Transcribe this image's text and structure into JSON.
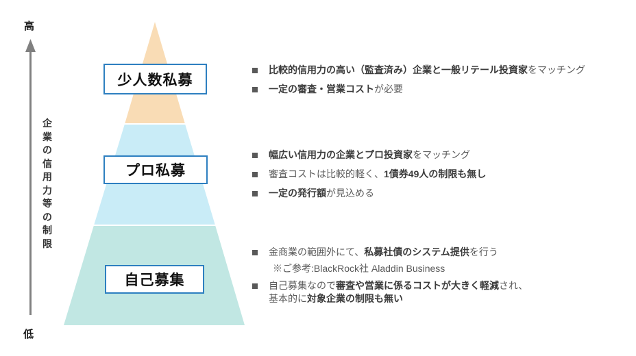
{
  "colors": {
    "box_border": "#2d7fc0",
    "axis_arrow": "#808080",
    "bullet_marker": "#595959",
    "text_regular": "#595959",
    "text_bold": "#3b3b3b"
  },
  "axis": {
    "high_label": "高",
    "low_label": "低",
    "title": "企業の信用力等の制限"
  },
  "pyramid": {
    "tiers": [
      {
        "label": "少人数私募",
        "color": "#f9dcb5"
      },
      {
        "label": "プロ私募",
        "color": "#c9ecf7"
      },
      {
        "label": "自己募集",
        "color": "#c1e7e3"
      }
    ]
  },
  "sections": [
    {
      "tier": "少人数私募",
      "bullets": [
        {
          "segments": [
            {
              "text": "比較的信用力の高い（監査済み）企業と一般リテール投資家",
              "bold": true
            },
            {
              "text": "をマッチング",
              "bold": false
            }
          ]
        },
        {
          "segments": [
            {
              "text": "一定の審査・営業コスト",
              "bold": true
            },
            {
              "text": "が必要",
              "bold": false
            }
          ]
        }
      ]
    },
    {
      "tier": "プロ私募",
      "bullets": [
        {
          "segments": [
            {
              "text": "幅広い信用力の企業とプロ投資家",
              "bold": true
            },
            {
              "text": "をマッチング",
              "bold": false
            }
          ]
        },
        {
          "segments": [
            {
              "text": "審査コストは比較的軽く、",
              "bold": false
            },
            {
              "text": "1債券49人の制限も無し",
              "bold": true
            }
          ]
        },
        {
          "segments": [
            {
              "text": "一定の発行額",
              "bold": true
            },
            {
              "text": "が見込める",
              "bold": false
            }
          ]
        }
      ]
    },
    {
      "tier": "自己募集",
      "bullets": [
        {
          "segments": [
            {
              "text": "金商業の範囲外にて、",
              "bold": false
            },
            {
              "text": "私募社債のシステム提供",
              "bold": true
            },
            {
              "text": "を行う",
              "bold": false
            }
          ]
        },
        {
          "note": true,
          "segments": [
            {
              "text": "※ご参考:BlackRock社 Aladdin Business",
              "bold": false
            }
          ]
        },
        {
          "segments": [
            {
              "text": "自己募集なので",
              "bold": false
            },
            {
              "text": "審査や営業に係るコストが大きく軽減",
              "bold": true
            },
            {
              "text": "され、",
              "bold": false
            },
            {
              "br": true
            },
            {
              "text": "基本的に",
              "bold": false
            },
            {
              "text": "対象企業の制限も無い",
              "bold": true
            }
          ]
        }
      ]
    }
  ]
}
